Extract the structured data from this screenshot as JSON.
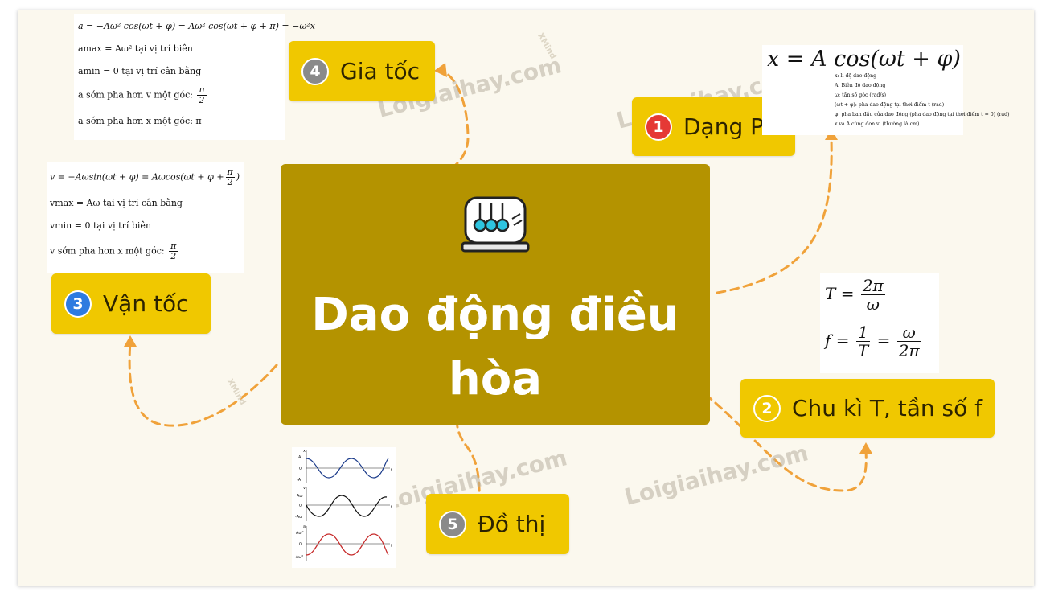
{
  "central": {
    "title": "Dao động điều hòa",
    "icon": "newtons-cradle-icon",
    "color": "#b49300"
  },
  "accent_color": "#f0c800",
  "connector_color": "#f0a23a",
  "watermark": "Loigiaihay.com",
  "xmind_label": "XMind",
  "nodes": [
    {
      "number": "1",
      "label": "Dạng PT",
      "badge_color": "#e53935"
    },
    {
      "number": "2",
      "label": "Chu kì T, tần số f",
      "badge_color": "#f0c800"
    },
    {
      "number": "3",
      "label": "Vận tốc",
      "badge_color": "#2e7be0"
    },
    {
      "number": "4",
      "label": "Gia tốc",
      "badge_color": "#8a8a8a"
    },
    {
      "number": "5",
      "label": "Đồ thị",
      "badge_color": "#8a8a8a"
    }
  ],
  "cards": {
    "equation": {
      "main": "x = A cos(ωt + φ)",
      "notes": [
        "x: li độ dao động",
        "A: Biên độ dao động",
        "ω: tần số góc (rad/s)",
        "(ωt + φ): pha dao động tại thời điểm t (rad)",
        "φ: pha ban đầu của dao động (pha dao động tại thời điểm t = 0) (rad)",
        "x và A cùng đơn vị (thường là cm)"
      ]
    },
    "period": {
      "T_lhs": "T =",
      "T_num": "2π",
      "T_den": "ω",
      "f_lhs": "f =",
      "f_num1": "1",
      "f_den1": "T",
      "f_eq": "=",
      "f_num2": "ω",
      "f_den2": "2π"
    },
    "velocity": {
      "line1_a": "v = −Aωsin(ωt + φ) = Aωcos(ωt + φ +",
      "line1_num": "π",
      "line1_den": "2",
      "line1_b": ")",
      "line2": "vmax = Aω  tại vị trí cân bằng",
      "line3": "vmin = 0  tại vị trí biên",
      "line4_a": "v sớm pha hơn x một góc:",
      "line4_num": "π",
      "line4_den": "2"
    },
    "acceleration": {
      "line1": "a = −Aω² cos(ωt + φ) = Aω² cos(ωt + φ + π) = −ω²x",
      "line2": "amax = Aω²  tại vị trí biên",
      "line3": "amin = 0  tại vị trí cân bằng",
      "line4_a": "a sớm pha hơn v một góc:",
      "line4_num": "π",
      "line4_den": "2",
      "line5": "a sớm pha hơn x một góc:  π"
    },
    "graphs": {
      "labels": [
        "x",
        "A",
        "O",
        "-A",
        "t",
        "v",
        "Aω",
        "O",
        "-Aω",
        "t",
        "a",
        "Aω²",
        "O",
        "-Aω²",
        "t"
      ],
      "curve_colors": [
        "#1a3a8a",
        "#111111",
        "#c62828"
      ]
    }
  }
}
